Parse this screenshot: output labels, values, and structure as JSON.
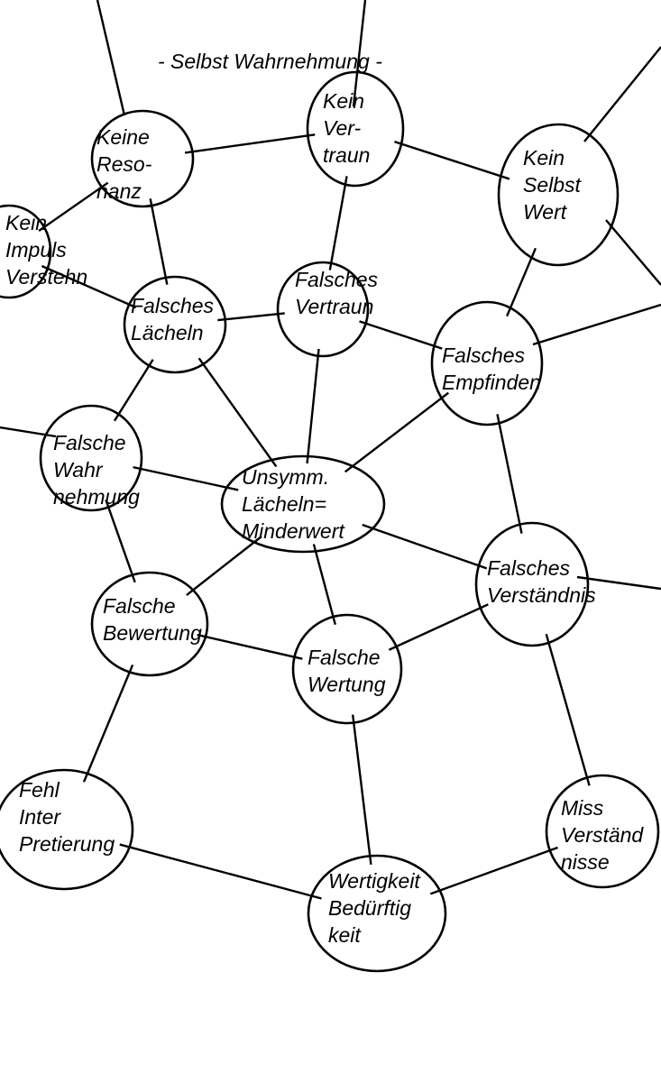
{
  "title": "- Selbst Wahrnehmung -",
  "nodes": [
    {
      "id": "keine-resonanz",
      "lines": [
        "Keine",
        "Reso-",
        "nanz"
      ]
    },
    {
      "id": "kein-vertraun",
      "lines": [
        "Kein",
        "Ver-",
        "traun"
      ]
    },
    {
      "id": "kein-selbst-wert",
      "lines": [
        "Kein",
        "Selbst",
        "Wert"
      ]
    },
    {
      "id": "kein-impuls-verstehn",
      "lines": [
        "Kein",
        "Impuls",
        "Verstehn"
      ]
    },
    {
      "id": "falsches-laecheln",
      "lines": [
        "Falsches",
        "Lächeln"
      ]
    },
    {
      "id": "falsches-vertraun",
      "lines": [
        "Falsches",
        "Vertraun"
      ]
    },
    {
      "id": "falsches-empfinden",
      "lines": [
        "Falsches",
        "Empfinden"
      ]
    },
    {
      "id": "falsche-wahrnehmung",
      "lines": [
        "Falsche",
        "Wahr",
        "nehmung"
      ]
    },
    {
      "id": "unsymm-laecheln",
      "lines": [
        "Unsymm.",
        "Lächeln=",
        "Minderwert"
      ]
    },
    {
      "id": "falsches-verstaendnis",
      "lines": [
        "Falsches",
        "Verständnis"
      ]
    },
    {
      "id": "falsche-bewertung",
      "lines": [
        "Falsche",
        "Bewertung"
      ]
    },
    {
      "id": "falsche-wertung",
      "lines": [
        "Falsche",
        "Wertung"
      ]
    },
    {
      "id": "fehl-interpretierung",
      "lines": [
        "Fehl",
        "Inter",
        "Pretierung"
      ]
    },
    {
      "id": "miss-verstaendnisse",
      "lines": [
        "Miss",
        "Verständ",
        "nisse"
      ]
    },
    {
      "id": "wertigkeit-beduerftigkeit",
      "lines": [
        "Wertigkeit",
        "Bedürftig",
        "keit"
      ]
    }
  ],
  "edges": [
    [
      "keine-resonanz",
      "kein-vertraun"
    ],
    [
      "keine-resonanz",
      "kein-impuls-verstehn"
    ],
    [
      "keine-resonanz",
      "falsches-laecheln"
    ],
    [
      "kein-vertraun",
      "kein-selbst-wert"
    ],
    [
      "kein-vertraun",
      "falsches-vertraun"
    ],
    [
      "kein-impuls-verstehn",
      "falsches-laecheln"
    ],
    [
      "falsches-laecheln",
      "falsches-vertraun"
    ],
    [
      "falsches-vertraun",
      "falsches-empfinden"
    ],
    [
      "kein-selbst-wert",
      "falsches-empfinden"
    ],
    [
      "falsches-laecheln",
      "falsche-wahrnehmung"
    ],
    [
      "falsches-laecheln",
      "unsymm-laecheln"
    ],
    [
      "falsches-vertraun",
      "unsymm-laecheln"
    ],
    [
      "falsches-empfinden",
      "unsymm-laecheln"
    ],
    [
      "falsches-empfinden",
      "falsches-verstaendnis"
    ],
    [
      "falsche-wahrnehmung",
      "unsymm-laecheln"
    ],
    [
      "falsche-wahrnehmung",
      "falsche-bewertung"
    ],
    [
      "unsymm-laecheln",
      "falsche-bewertung"
    ],
    [
      "unsymm-laecheln",
      "falsche-wertung"
    ],
    [
      "unsymm-laecheln",
      "falsches-verstaendnis"
    ],
    [
      "falsche-bewertung",
      "falsche-wertung"
    ],
    [
      "falsche-wertung",
      "falsches-verstaendnis"
    ],
    [
      "falsche-bewertung",
      "fehl-interpretierung"
    ],
    [
      "falsches-verstaendnis",
      "miss-verstaendnisse"
    ],
    [
      "falsche-wertung",
      "wertigkeit-beduerftigkeit"
    ],
    [
      "fehl-interpretierung",
      "wertigkeit-beduerftigkeit"
    ],
    [
      "miss-verstaendnisse",
      "wertigkeit-beduerftigkeit"
    ]
  ]
}
